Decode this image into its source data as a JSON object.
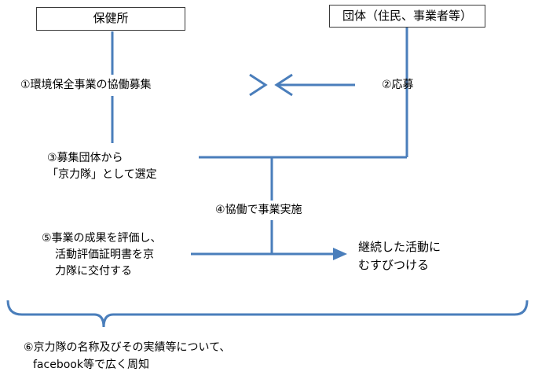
{
  "boxes": {
    "health_center": "保健所",
    "organization": "団体（住民、事業者等）"
  },
  "steps": {
    "step1": "①環境保全事業の協働募集",
    "step2": "②応募",
    "step3_line1": "③募集団体から",
    "step3_line2": "「京力隊」として選定",
    "step4": "④協働で事業実施",
    "step5_line1": "⑤事業の成果を評価し、",
    "step5_line2": "活動評価証明書を京",
    "step5_line3": "力隊に交付する",
    "outcome_line1": "継続した活動に",
    "outcome_line2": "むすびつける",
    "step6_line1": "⑥京力隊の名称及びその実績等について、",
    "step6_line2": "facebook等で広く周知"
  },
  "colors": {
    "line": "#4A7EBB",
    "border": "#3a3a3a"
  }
}
